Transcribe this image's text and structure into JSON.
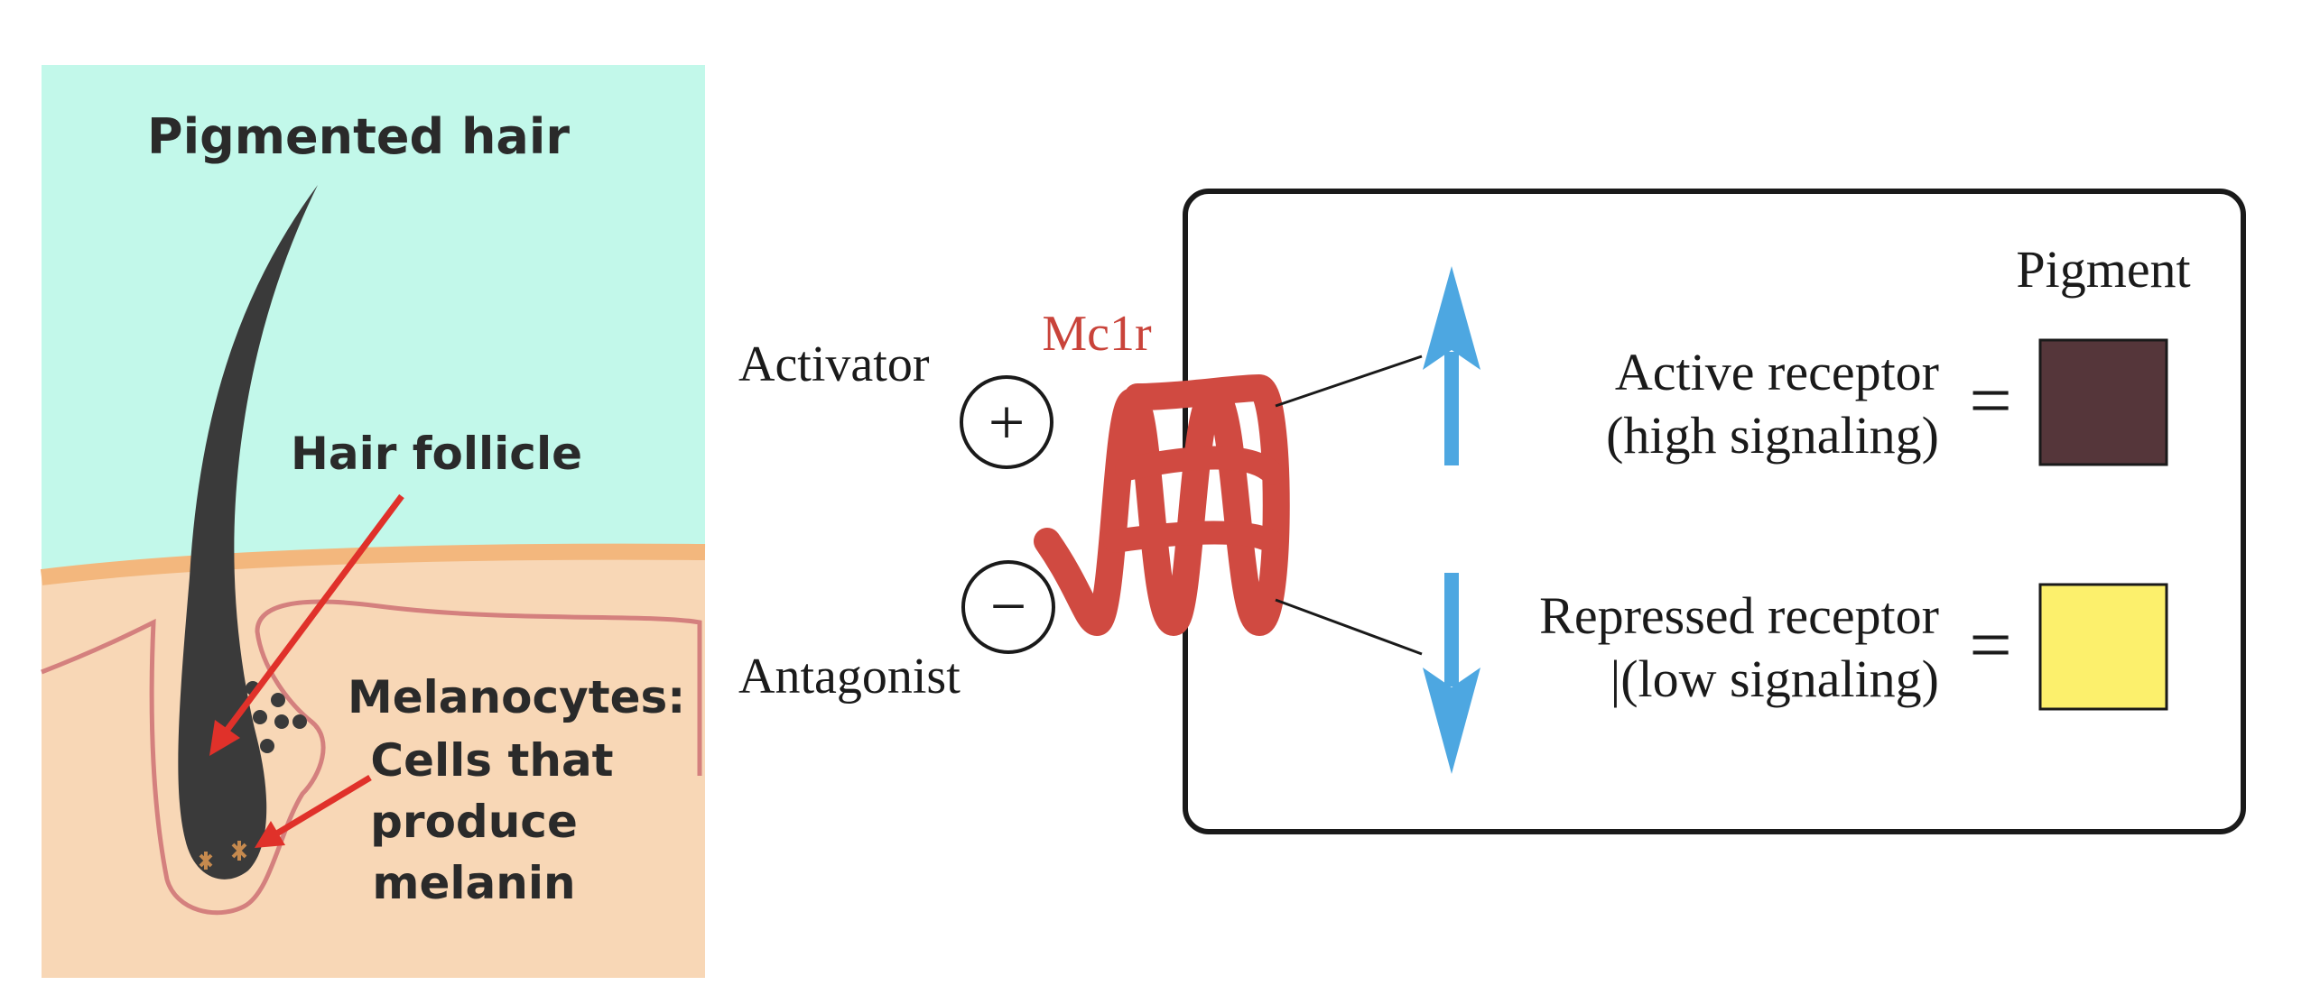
{
  "hair_panel": {
    "title": "Pigmented hair",
    "follicle_label": "Hair follicle",
    "melanocytes_label": "Melanocytes:",
    "melanocytes_desc": [
      "Cells that",
      "produce",
      "melanin"
    ]
  },
  "receptor_panel": {
    "receptor_name": "Mc1r",
    "activator_label": "Activator",
    "activator_symbol": "+",
    "antagonist_label": "Antagonist",
    "antagonist_symbol": "−",
    "pigment_header": "Pigment",
    "states": [
      {
        "line1": "Active receptor",
        "line2": "(high signaling)",
        "equals": "=",
        "arrow": "up",
        "pigment_color": "#55363A"
      },
      {
        "line1": "Repressed receptor",
        "line2": "|(low signaling)",
        "equals": "=",
        "arrow": "down",
        "pigment_color": "#FCF06C"
      }
    ]
  },
  "colors": {
    "sky": "#C2F8EA",
    "skin": "#F8D7B6",
    "skin_edge": "#F3B77D",
    "follicle_outline": "#D4807E",
    "hair": "#3A3A3A",
    "pointer_arrow": "#E0312A",
    "receptor": "#D04A41",
    "signal_arrow": "#4DA7E1",
    "label_red": "#C9433A"
  }
}
